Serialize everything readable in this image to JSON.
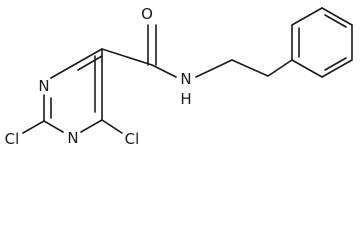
{
  "molecule": {
    "atoms": {
      "o_label": "O",
      "nh_label": "N",
      "nh_h_label": "H",
      "n1_label": "N",
      "n3_label": "N",
      "cl2_label": "Cl",
      "cl4_label": "Cl"
    }
  }
}
